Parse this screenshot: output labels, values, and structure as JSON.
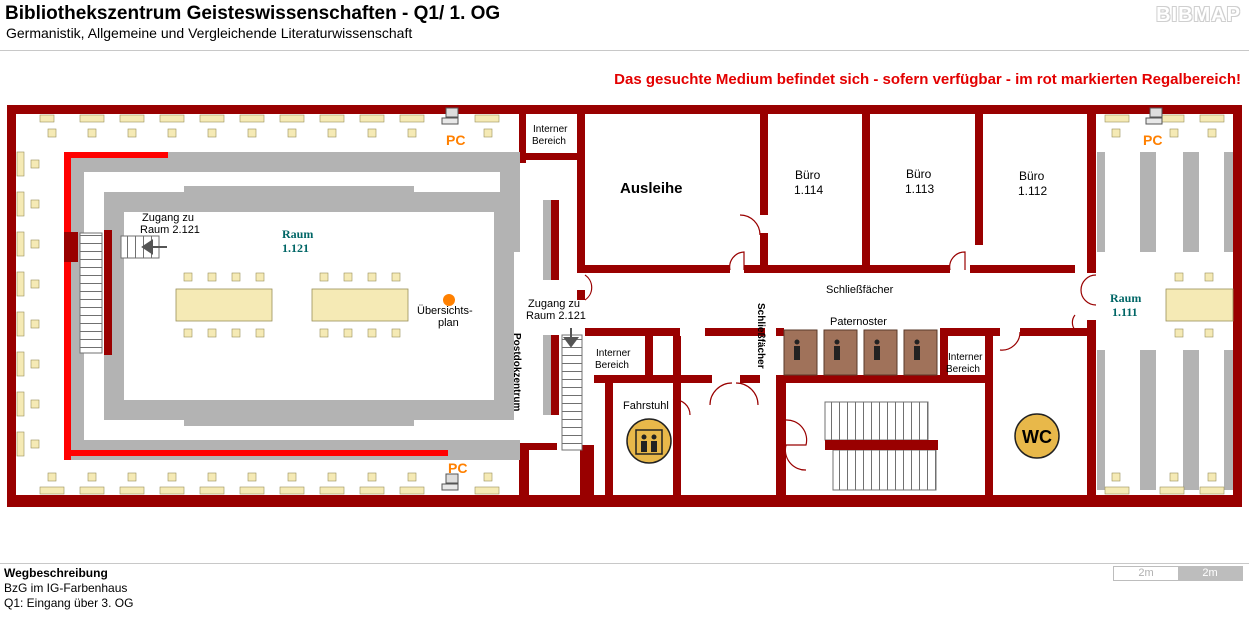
{
  "header": {
    "title": "Bibliothekszentrum Geisteswissenschaften - Q1/ 1. OG",
    "subtitle": "Germanistik, Allgemeine und Vergleichende Literaturwissenschaft",
    "logo": "BIBMAP"
  },
  "notice": "Das gesuchte Medium befindet sich - sofern verfügbar -  im rot markierten Regalbereich!",
  "map": {
    "colors": {
      "wall": "#990000",
      "shelf": "#b3b3b3",
      "highlight": "#ff0000",
      "table": "#f5eab5",
      "pc": "#ff8000"
    },
    "labels": {
      "pc": "PC",
      "internal_a": [
        "Interner",
        "Bereich"
      ],
      "internal_b": [
        "Interner",
        "Bereich"
      ],
      "internal_c": [
        "Interner",
        "Bereich"
      ],
      "ausleihe": "Ausleihe",
      "buero_114": [
        "Büro",
        "1.114"
      ],
      "buero_113": [
        "Büro",
        "1.113"
      ],
      "buero_112": [
        "Büro",
        "1.112"
      ],
      "zugang_left": [
        "Zugang zu",
        "Raum 2.121"
      ],
      "zugang_right": [
        "Zugang zu",
        "Raum 2.121"
      ],
      "raum_121": [
        "Raum",
        "1.121"
      ],
      "raum_111": [
        "Raum",
        "1.111"
      ],
      "uebersichtsplan": [
        "Übersichts-",
        "plan"
      ],
      "poststelle": "Postdokzentrum",
      "schliessfaecher_h": "Schließfächer",
      "schliessfaecher_v": "Schließfächer",
      "paternoster": "Paternoster",
      "fahrstuhl": "Fahrstuhl",
      "wc": "WC"
    }
  },
  "footer": {
    "heading": "Wegbeschreibung",
    "line1": "BzG im IG-Farbenhaus",
    "line2": "Q1: Eingang über 3. OG"
  },
  "scale": {
    "left": "2m",
    "right": "2m"
  }
}
